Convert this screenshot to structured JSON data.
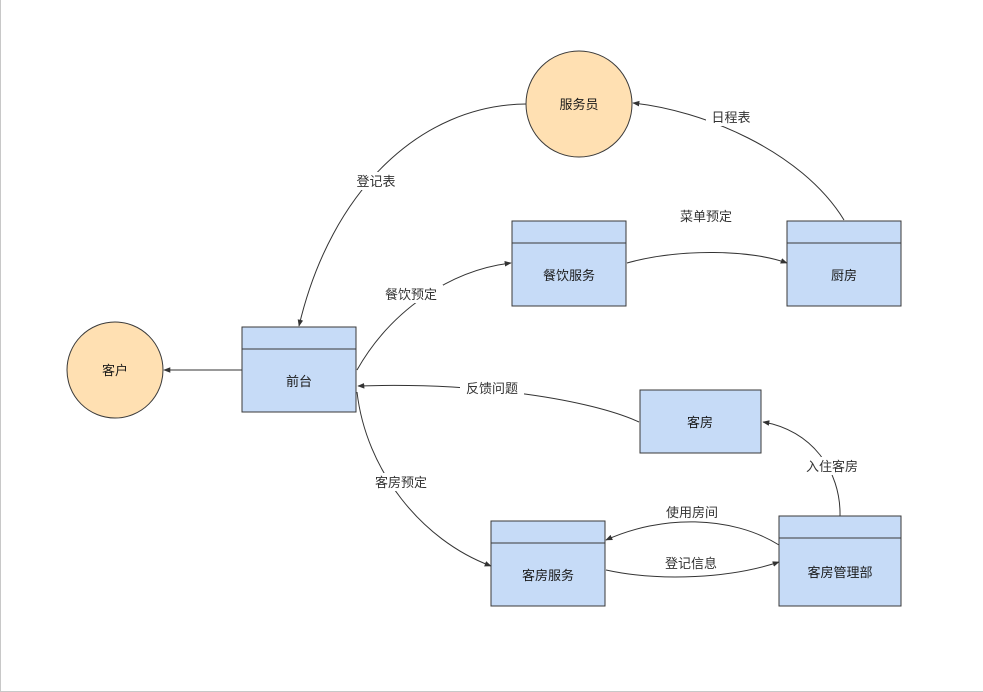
{
  "colors": {
    "entity_fill": "#FFE0B2",
    "process_fill": "#C6DBF7",
    "stroke": "#3a3a3a",
    "edge": "#333333"
  },
  "nodes": {
    "waiter": "服务员",
    "customer": "客户",
    "front_desk": "前台",
    "catering": "餐饮服务",
    "kitchen": "厨房",
    "guest_room": "客房",
    "room_service": "客房服务",
    "housekeeping": "客房管理部"
  },
  "edges": {
    "schedule": "日程表",
    "registration_form": "登记表",
    "menu_booking": "菜单预定",
    "catering_booking": "餐饮预定",
    "feedback": "反馈问题",
    "check_in": "入住客房",
    "room_booking": "客房预定",
    "use_room": "使用房间",
    "register_info": "登记信息"
  }
}
